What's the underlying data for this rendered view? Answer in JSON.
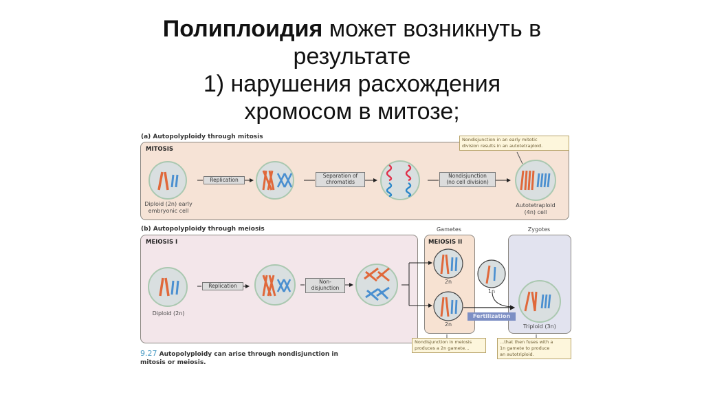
{
  "slide": {
    "title_bold": "Полиплоидия",
    "title_line1_rest": " может возникнуть в",
    "title_line2": "результате",
    "title_line3": "1) нарушения расхождения",
    "title_line4": "хромосом в митозе;"
  },
  "figure": {
    "section_a": {
      "label": "(a)  Autopolyploidy through mitosis",
      "panel_label": "MITOSIS",
      "cell1_caption_line1": "Diploid (2n) early",
      "cell1_caption_line2": "embryonic cell",
      "step1": "Replication",
      "step2_line1": "Separation of",
      "step2_line2": "chromatids",
      "step3_line1": "Nondisjunction",
      "step3_line2": "(no cell division)",
      "result_caption_line1": "Autotetraploid",
      "result_caption_line2": "(4n) cell",
      "note_line1": "Nondisjunction in an early mitotic",
      "note_line2": "division results in an autotetraploid."
    },
    "section_b": {
      "label": "(b)  Autopolyploidy through meiosis",
      "panel_label_meiosis1": "MEIOSIS I",
      "panel_label_meiosis2": "MEIOSIS II",
      "header_gametes": "Gametes",
      "header_zygotes": "Zygotes",
      "cell1_caption": "Diploid (2n)",
      "step1": "Replication",
      "step2_line1": "Non-",
      "step2_line2": "disjunction",
      "gamete_top_caption": "2n",
      "gamete_bottom_caption": "2n",
      "haploid_gamete_caption": "1n",
      "fertilization": "Fertilization",
      "zygote_caption": "Triploid (3n)",
      "note1_line1": "Nondisjunction in meiosis",
      "note1_line2": "produces a 2n gamete...",
      "note2_line1": "...that then fuses with a",
      "note2_line2": "1n gamete to produce",
      "note2_line3": "an autotriploid."
    },
    "caption": {
      "number": "9.27",
      "text_line1": " Autopolyploidy can arise through nondisjunction in",
      "text_line2": "mitosis or meiosis."
    },
    "colors": {
      "mitosis_panel": "#f6e3d6",
      "meiosis1_panel": "#f3e6ea",
      "meiosis2_panel": "#f7e2d2",
      "zygote_panel": "#e2e3ef",
      "cell_fill": "#d9dfe0",
      "cell_border": "#aac8b0",
      "chromosome_maternal": "#e0683a",
      "chromosome_paternal": "#4a8fd0",
      "fertilization_badge": "#7d8fc4",
      "note_fill": "#fdf6dc"
    }
  }
}
